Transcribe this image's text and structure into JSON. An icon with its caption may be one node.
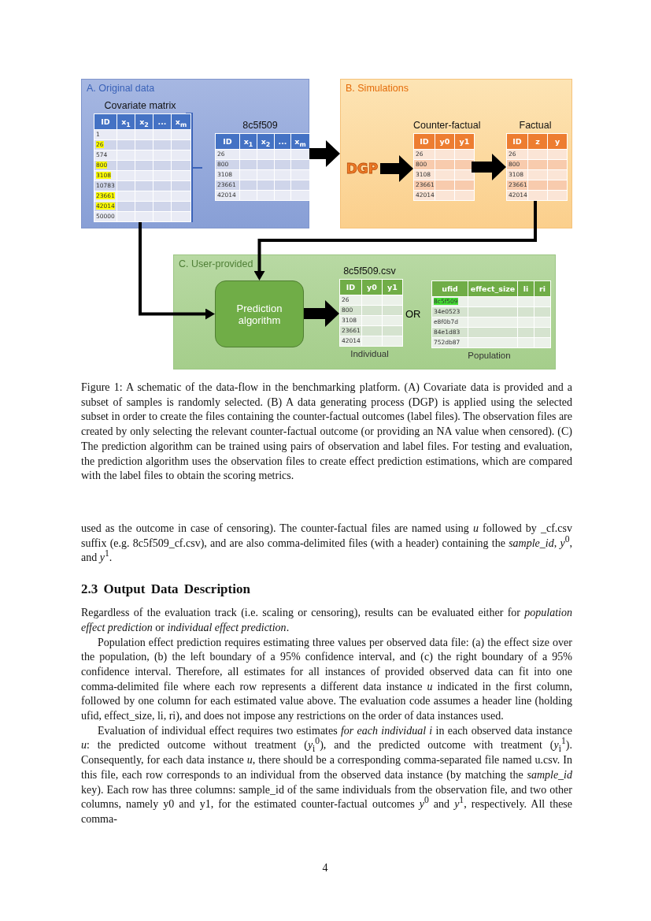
{
  "diagram": {
    "caption": "Figure 1: A schematic of the data-flow in the benchmarking platform. (A) Covariate data is provided and a subset of samples is randomly selected. (B) A data generating process (DGP) is applied using the selected subset in order to create the files containing the counter-factual outcomes (label files). The observation files are created by only selecting the relevant counter-factual outcome (or providing an NA value when censored). (C) The prediction algorithm can be trained using pairs of observation and label files. For testing and evaluation, the prediction algorithm uses the observation files to create effect prediction estimations, which are compared with the label files to obtain the scoring metrics.",
    "nodes": [
      {
        "text": [
          "A. Original data"
        ]
      },
      {
        "text": [
          "Covariate matrix",
          "ID",
          "x$_{1}$",
          "x$_{2}$",
          "...",
          "x$_{m}$",
          "1",
          "26",
          "574",
          "800",
          "3108",
          "10783",
          "23661",
          "42014",
          "50000"
        ],
        "in": 0
      },
      {
        "text": [
          "8c5f509",
          "ID",
          "x$_{1}$",
          "x$_{2}$",
          "...",
          "x$_{m}$",
          "26",
          "800",
          "3108",
          "23661",
          "42014"
        ],
        "in": 0
      },
      {
        "text": [
          "B. Simulations"
        ]
      },
      {
        "text": [
          "DGP"
        ],
        "in": 3
      },
      {
        "text": [
          "Counter-factual",
          "ID",
          "y0",
          "y1",
          "26",
          "800",
          "3108",
          "23661",
          "42014"
        ],
        "in": 3
      },
      {
        "text": [
          "Factual",
          "ID",
          "z",
          "y",
          "26",
          "800",
          "3108",
          "23661",
          "42014"
        ],
        "in": 3
      },
      {
        "text": [
          "C. User-provided"
        ]
      },
      {
        "text": [
          "Prediction algorithm"
        ],
        "in": 7
      },
      {
        "text": [
          "8c5f509.csv",
          "ID",
          "y0",
          "y1",
          "26",
          "800",
          "3108",
          "23661",
          "42014"
        ],
        "beside": [
          "Individual"
        ],
        "in": 7
      },
      {
        "text": [
          "ufid",
          "effect_size",
          "li",
          "ri",
          "8c5f509",
          "34e0523",
          "e8f0b7d",
          "84e1d83",
          "752db87"
        ],
        "beside": [
          "Population"
        ],
        "in": 7
      }
    ],
    "edges": [
      {
        "from": 0,
        "to": 3,
        "arrow": "to"
      },
      {
        "from": 4,
        "to": 5,
        "arrow": "to"
      },
      {
        "from": 5,
        "to": 6,
        "arrow": "to"
      },
      {
        "from": 6,
        "to": 8,
        "arrow": "to"
      },
      {
        "from": 1,
        "to": 8,
        "arrow": "to"
      },
      {
        "from": 8,
        "to": 9,
        "arrow": "to"
      }
    ],
    "labels": [
      "OR",
      "used as the outcome in case of censoring). The counter-factual files are named using *u* followed by _cf.csv suffix (e.g. 8c5f509_cf.csv), and are also comma-delimited files (with a header) containing the *sample_id*, *y*$^{0}$, and *y*$^{1}$.",
      "2.3 Output Data Description",
      "Regardless of the evaluation track (i.e. scaling or censoring), results can be evaluated either for *population effect prediction* or *individual effect prediction*.",
      "Population effect prediction requires estimating three values per observed data file: (a) the effect size over the population, (b) the left boundary of a 95% confidence interval, and (c) the right boundary of a 95% confidence interval. Therefore, all estimates for all instances of provided observed data can fit into one comma-delimited file where each row represents a different data instance *u* indicated in the first column, followed by one column for each estimated value above. The evaluation code assumes a header line (holding ufid, effect_size, li, ri), and does not impose any restrictions on the order of data instances used.",
      "Evaluation of individual effect requires two estimates *for each individual i* in each observed data instance *u*: the predicted outcome without treatment (*y*$_{i}$$^{0}$), and the predicted outcome with treatment (*y*$_{i}$$^{1}$). Consequently, for each data instance *u*, there should be a corresponding comma-separated file named u.csv. In this file, each row corresponds to an individual from the observed data instance (by matching the *sample_id* key). Each row has three columns: sample_id of the same individuals from the observation file, and two other columns, namely y0 and y1, for the estimated counter-factual outcomes *y*$^{0}$ and *y*$^{1}$, respectively. All these comma-",
      "4"
    ]
  }
}
